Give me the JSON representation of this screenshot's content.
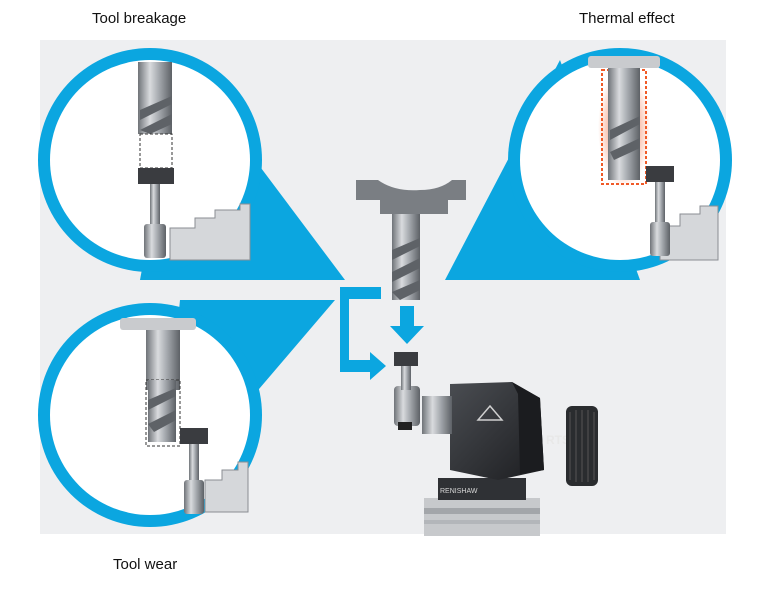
{
  "labels": {
    "tool_breakage": "Tool breakage",
    "thermal_effect": "Thermal effect",
    "tool_wear": "Tool wear"
  },
  "probe_marking": "RTS",
  "brand_marking": "RENISHAW",
  "colors": {
    "accent_blue": "#0BA6E0",
    "background_panel": "#EEEFF1",
    "thermal_glow": "#F05A28",
    "tool_steel": "#9B9FA5",
    "probe_body": "#2A2C2F"
  },
  "icons": [
    "end-mill-tool",
    "tool-setting-probe",
    "stylus-tip",
    "down-arrow",
    "right-arrow"
  ]
}
